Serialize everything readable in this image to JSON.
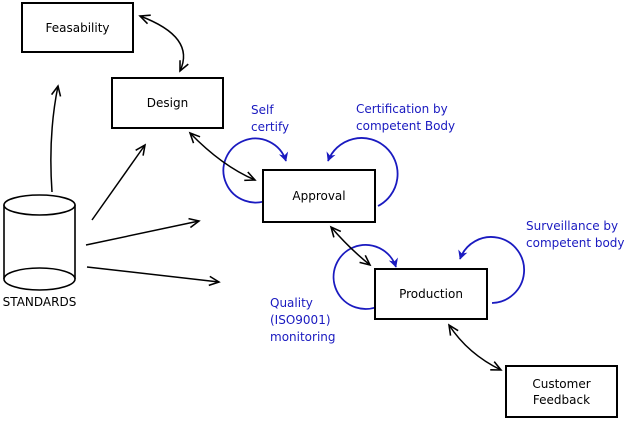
{
  "colors": {
    "line": "#000000",
    "accent_blue": "#1a1ac0",
    "background": "#ffffff"
  },
  "nodes": {
    "feasability": {
      "label": "Feasability"
    },
    "design": {
      "label": "Design"
    },
    "approval": {
      "label": "Approval"
    },
    "production": {
      "label": "Production"
    },
    "customer_feedback": {
      "label": "Customer\nFeedback"
    },
    "standards": {
      "label": "STANDARDS"
    }
  },
  "annotations": {
    "self_certify": {
      "label": "Self\ncertify"
    },
    "certification": {
      "label": "Certification by\ncompetent Body"
    },
    "surveillance": {
      "label": "Surveillance by\ncompetent body"
    },
    "quality": {
      "label": "Quality\n(ISO9001)\nmonitoring"
    }
  },
  "edges": [
    {
      "from": "STANDARDS",
      "to": "Feasability",
      "style": "single-arrow"
    },
    {
      "from": "STANDARDS",
      "to": "Design",
      "style": "single-arrow"
    },
    {
      "from": "STANDARDS",
      "to": "Approval",
      "style": "single-arrow"
    },
    {
      "from": "STANDARDS",
      "to": "Production",
      "style": "single-arrow"
    },
    {
      "from": "Feasability",
      "to": "Design",
      "style": "double-arrow"
    },
    {
      "from": "Design",
      "to": "Approval",
      "style": "double-arrow"
    },
    {
      "from": "Approval",
      "to": "Production",
      "style": "double-arrow"
    },
    {
      "from": "Production",
      "to": "Customer Feedback",
      "style": "double-arrow"
    },
    {
      "node": "Approval",
      "annotation": "Self certify",
      "style": "blue-self-loop"
    },
    {
      "node": "Approval",
      "annotation": "Certification by competent Body",
      "style": "blue-self-loop"
    },
    {
      "node": "Production",
      "annotation": "Quality (ISO9001) monitoring",
      "style": "blue-self-loop"
    },
    {
      "node": "Production",
      "annotation": "Surveillance by competent body",
      "style": "blue-self-loop"
    }
  ]
}
